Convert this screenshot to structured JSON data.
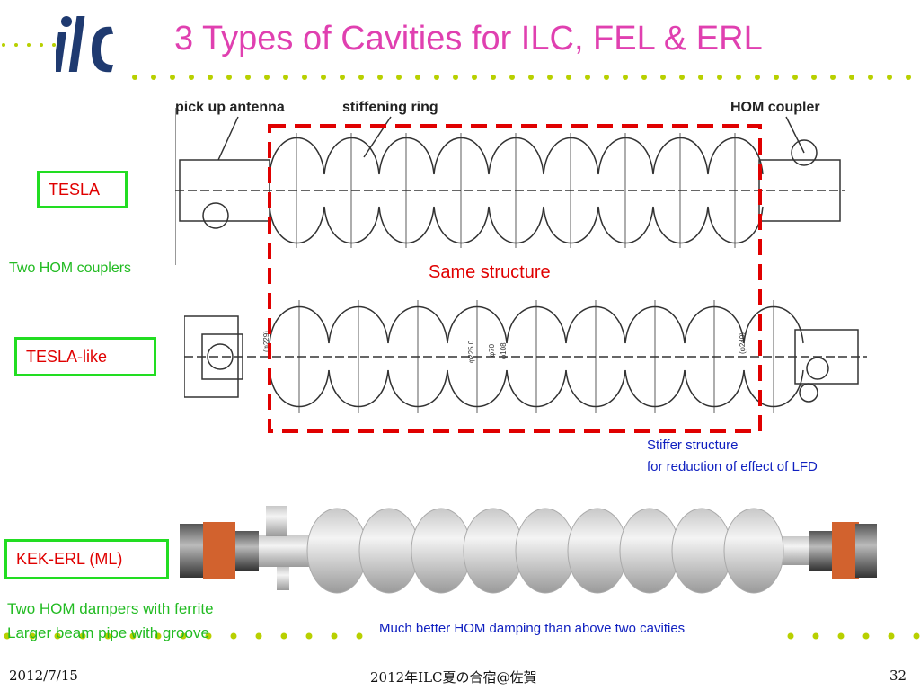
{
  "slide": {
    "title": "3 Types of Cavities for ILC, FEL & ERL",
    "logo_text": "ilc"
  },
  "tesla": {
    "label": "TESLA",
    "note": "Two HOM couplers",
    "annotations": {
      "pickup": "pick up antenna",
      "ring": "stiffening ring",
      "hom": "HOM coupler"
    }
  },
  "tesla_like": {
    "label": "TESLA-like",
    "same_structure": "Same structure",
    "dims": [
      "(φ229)",
      "φ225.0",
      "φ70",
      "φ108",
      "(φ240)"
    ],
    "stiffer_line1": "Stiffer structure",
    "stiffer_line2": "for reduction of effect of LFD"
  },
  "kek_erl": {
    "label": "KEK-ERL (ML)",
    "note1": "Two HOM dampers with ferrite",
    "note2": "Larger beam pipe with groove",
    "comparison": "Much better HOM damping than above two cavities"
  },
  "footer": {
    "date": "2012/7/15",
    "event": "2012年ILC夏の合宿@佐賀",
    "page": "32"
  },
  "colors": {
    "title": "#e040b0",
    "logo": "#1f3a70",
    "dots": "#b8d000",
    "box_border": "#22dd22",
    "label_text": "#e00000",
    "note_green": "#22bb22",
    "note_blue": "#1020c0",
    "dashed_frame": "#e00000"
  }
}
